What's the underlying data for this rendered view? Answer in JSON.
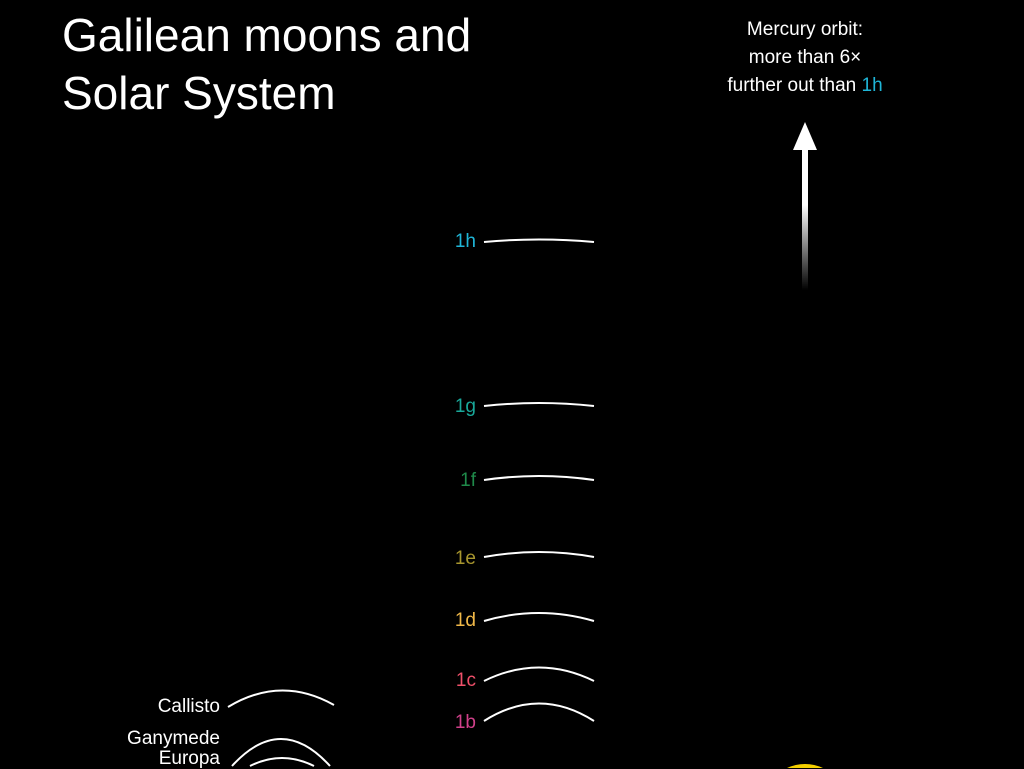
{
  "title": {
    "line1": "Galilean moons and",
    "line2": "Solar System"
  },
  "note": {
    "line1": "Mercury orbit:",
    "line2": "more than 6×",
    "line3_prefix": "further out than ",
    "line3_highlight": "1h",
    "highlight_color": "#1fb6d8"
  },
  "planets": [
    {
      "label": "1h",
      "color": "#1fb6d8"
    },
    {
      "label": "1g",
      "color": "#19a89a"
    },
    {
      "label": "1f",
      "color": "#1f8a4a"
    },
    {
      "label": "1e",
      "color": "#a8962e"
    },
    {
      "label": "1d",
      "color": "#f0b848"
    },
    {
      "label": "1c",
      "color": "#f0506a"
    },
    {
      "label": "1b",
      "color": "#d0408a"
    }
  ],
  "moons": [
    {
      "label": "Callisto"
    },
    {
      "label": "Ganymede"
    },
    {
      "label": "Europa"
    }
  ],
  "sun_color": "#f5d000"
}
